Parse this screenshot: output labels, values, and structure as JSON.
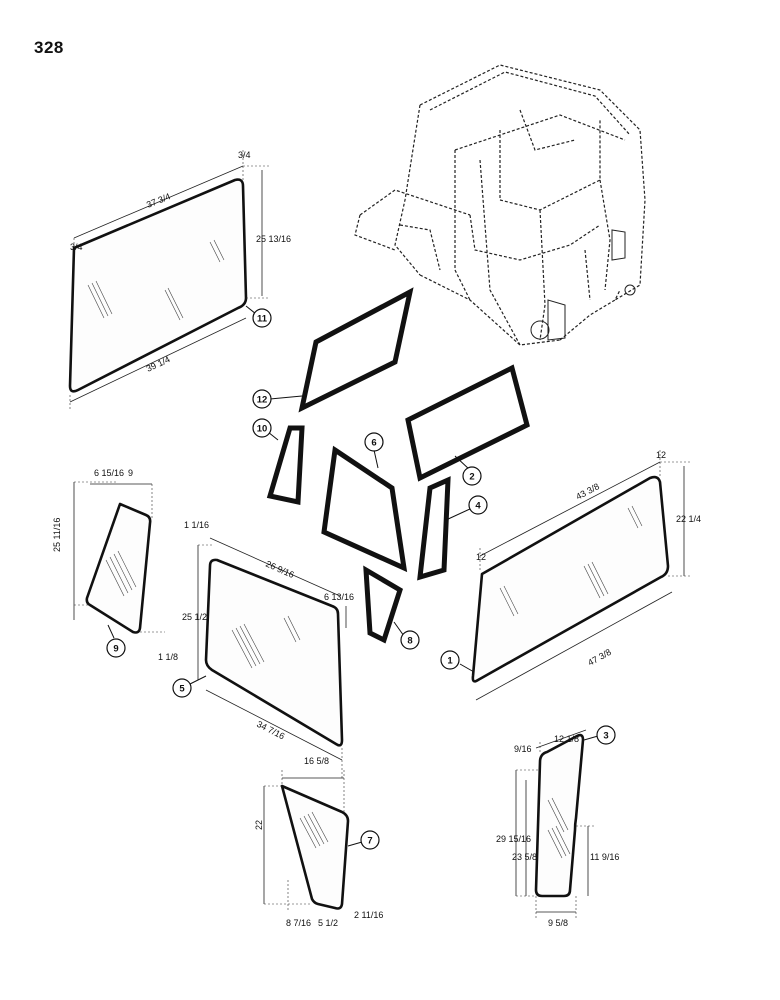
{
  "page_number": "328",
  "callouts": [
    "1",
    "2",
    "3",
    "4",
    "5",
    "6",
    "7",
    "8",
    "9",
    "10",
    "11",
    "12"
  ],
  "glass_11": {
    "top": "37 3/4",
    "bottom": "39 1/4",
    "height": "25 13/16",
    "corner_left": "3/4",
    "corner_right": "3/4"
  },
  "glass_9": {
    "top_left": "6 15/16",
    "top_right": "9",
    "height": "25 11/16",
    "bottom_offset": "1 1/8"
  },
  "glass_5": {
    "top": "26 9/16",
    "bottom": "34 7/16",
    "height_left": "25 1/2",
    "height_right": "6 13/16",
    "offset": "1 1/16"
  },
  "glass_1": {
    "top": "43 3/8",
    "bottom": "47 3/8",
    "height": "22 1/4",
    "corner_left": "12",
    "corner_right": "12"
  },
  "glass_7": {
    "top": "16 5/8",
    "height": "22",
    "bottom_left": "8 7/16",
    "bottom_mid": "5 1/2",
    "bottom_right": "2 11/16"
  },
  "glass_3": {
    "top": "12 1/8",
    "offset_top": "9/16",
    "height_left": "29 15/16",
    "height_inner": "23 5/8",
    "height_right": "11 9/16",
    "bottom": "9 5/8"
  }
}
